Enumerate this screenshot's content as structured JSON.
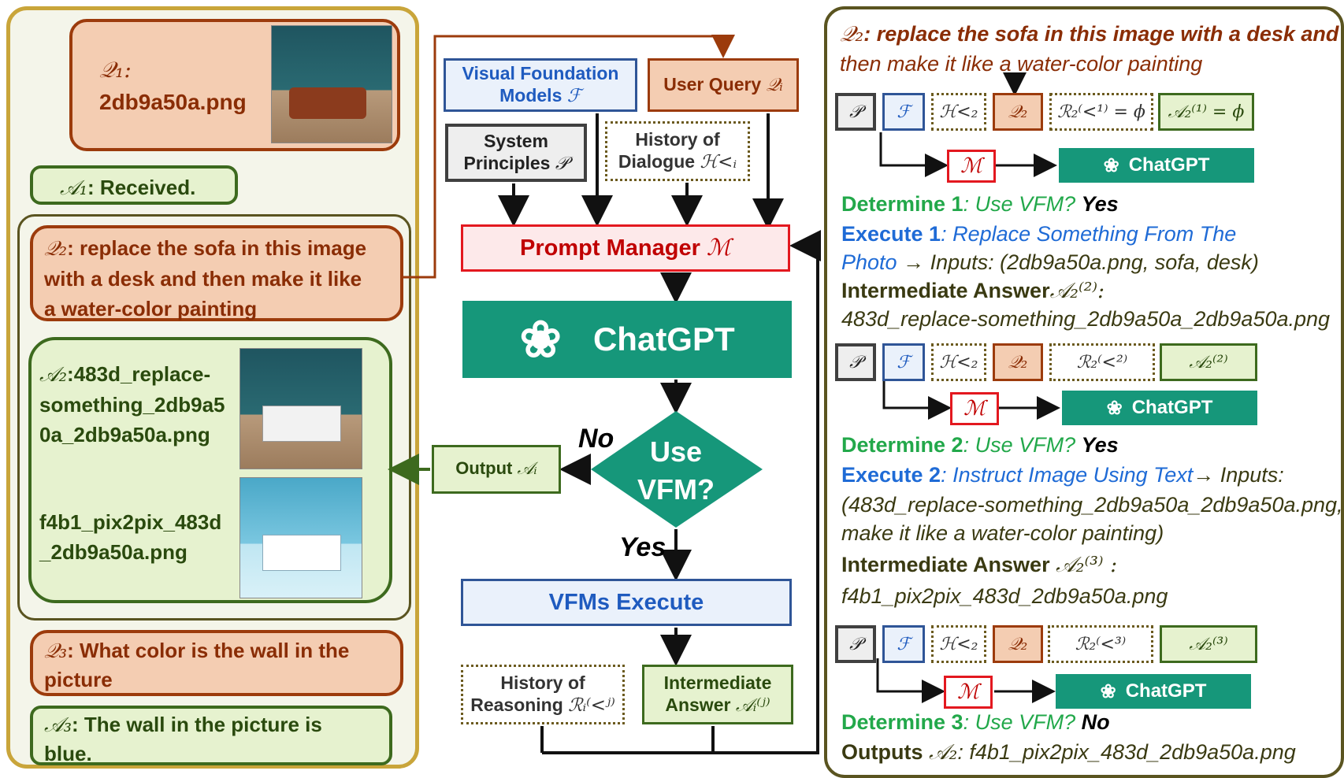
{
  "left": {
    "q1_label": "𝒬₁:",
    "q1_file": "2db9a50a.png",
    "a1_label": "𝒜₁",
    "a1_text": ": Received.",
    "q2_label": "𝒬₂",
    "q2_line1": ": replace the sofa in this image",
    "q2_line2": "with a desk and then make it like",
    "q2_line3": "a water-color painting",
    "a2_label": "𝒜₂",
    "a2_line1": ":483d_replace-",
    "a2_line2": "something_2db9a5",
    "a2_line3": "0a_2db9a50a.png",
    "a2_second_line1": "f4b1_pix2pix_483d",
    "a2_second_line2": "_2db9a50a.png",
    "q3_label": "𝒬₃",
    "q3_line1": ": What color is the wall in the",
    "q3_line2": "picture",
    "a3_label": "𝒜₃",
    "a3_line1": ": The wall in the picture is",
    "a3_line2": "blue."
  },
  "flow": {
    "vfm_line1": "Visual Foundation",
    "vfm_line2": "Models ",
    "vfm_sym": "ℱ",
    "user_query": "User Query ",
    "user_sym": "𝒬ᵢ",
    "system_line1": "System",
    "system_line2": "Principles ",
    "system_sym": "𝒫",
    "history_line1": "History of",
    "history_line2": "Dialogue ",
    "history_sym": "ℋ<ᵢ",
    "prompt_manager": "Prompt  Manager ",
    "prompt_sym": "ℳ",
    "chatgpt": "ChatGPT",
    "decision_line1": "Use",
    "decision_line2": "VFM?",
    "no": "No",
    "yes": "Yes",
    "vfms_execute": "VFMs Execute",
    "output": "Output ",
    "output_sym": "𝒜ᵢ",
    "hist_reason_line1": "History of",
    "hist_reason_line2": "Reasoning ",
    "hist_reason_sym": "ℛᵢ⁽<ʲ⁾",
    "inter_line1": "Intermediate",
    "inter_line2": "Answer ",
    "inter_sym": "𝒜ᵢ⁽ʲ⁾"
  },
  "right": {
    "q2_label": "𝒬₂",
    "q2_line1": ": replace the sofa in this image with a desk and",
    "q2_line2": "then make it like a water-color painting",
    "row1": [
      "𝒫",
      "ℱ",
      "ℋ<₂",
      "𝒬₂",
      "ℛ₂⁽<¹⁾ = ϕ",
      "𝒜₂⁽¹⁾ = ϕ"
    ],
    "row2": [
      "𝒫",
      "ℱ",
      "ℋ<₂",
      "𝒬₂",
      "ℛ₂⁽<²⁾",
      "𝒜₂⁽²⁾"
    ],
    "row3": [
      "𝒫",
      "ℱ",
      "ℋ<₂",
      "𝒬₂",
      "ℛ₂⁽<³⁾",
      "𝒜₂⁽³⁾"
    ],
    "m_sym": "ℳ",
    "chatgpt": "ChatGPT",
    "det1_label": "Determine 1",
    "det1_q": ": Use VFM? ",
    "det1_ans": "Yes",
    "exec1_label": "Execute 1",
    "exec1_a": ": Replace Something From The",
    "exec1_b": "Photo",
    "exec1_c": " → Inputs: (2db9a50a.png, sofa, desk)",
    "inter1_label": "Intermediate Answer",
    "inter1_sym": "𝒜₂⁽²⁾:",
    "inter1_val": "483d_replace-something_2db9a50a_2db9a50a.png",
    "det2_label": "Determine 2",
    "det2_q": ": Use VFM? ",
    "det2_ans": "Yes",
    "exec2_label": "Execute 2",
    "exec2_a": ": Instruct Image Using Text",
    "exec2_b": "→ Inputs:",
    "exec2_line2": "(483d_replace-something_2db9a50a_2db9a50a.png,",
    "exec2_line3": "make it like a water-color painting)",
    "inter2_label": "Intermediate Answer ",
    "inter2_sym": "𝒜₂⁽³⁾ :",
    "inter2_val": "f4b1_pix2pix_483d_2db9a50a.png",
    "det3_label": "Determine 3",
    "det3_q": ": Use VFM? ",
    "det3_ans": "No",
    "outputs_label": "Outputs ",
    "outputs_sym": "𝒜₂",
    "outputs_val": ": f4b1_pix2pix_483d_2db9a50a.png"
  },
  "colors": {
    "chatgpt_green": "#16977a",
    "query_brown": "#9c3b0c",
    "answer_green": "#3d6a1e",
    "vfm_blue": "#2f5597",
    "manager_red": "#e3181f",
    "determine_green": "#22a84a",
    "execute_blue": "#1f6bd6"
  }
}
